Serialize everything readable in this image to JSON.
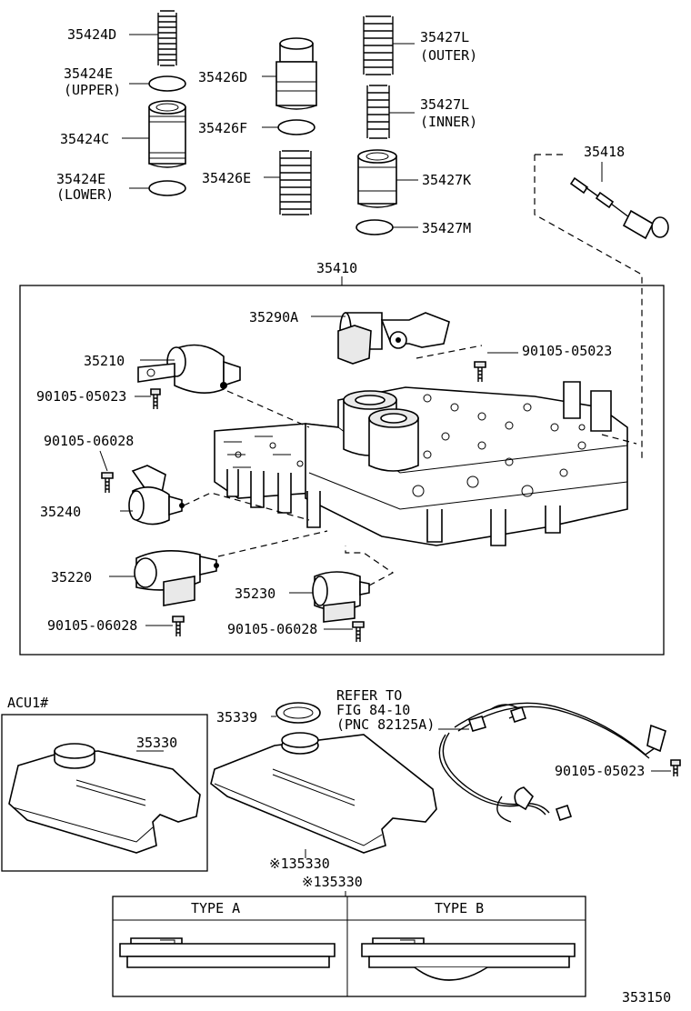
{
  "diagram": {
    "labels": {
      "p35424D": "35424D",
      "p35424E_upper": "35424E",
      "p35424E_upper_sub": "(UPPER)",
      "p35424C": "35424C",
      "p35424E_lower": "35424E",
      "p35424E_lower_sub": "(LOWER)",
      "p35426D": "35426D",
      "p35426F": "35426F",
      "p35426E": "35426E",
      "p35427L_outer": "35427L",
      "p35427L_outer_sub": "(OUTER)",
      "p35427L_inner": "35427L",
      "p35427L_inner_sub": "(INNER)",
      "p35427K": "35427K",
      "p35427M": "35427M",
      "p35418": "35418",
      "p35410": "35410",
      "p35290A": "35290A",
      "p35210": "35210",
      "bolt_05023_a": "90105-05023",
      "bolt_05023_b": "90105-05023",
      "bolt_06028_a": "90105-06028",
      "p35240": "35240",
      "p35220": "35220",
      "bolt_06028_b": "90105-06028",
      "p35230": "35230",
      "bolt_06028_c": "90105-06028",
      "acu": "ACU1#",
      "p35330": "35330",
      "p35339": "35339",
      "refer1": "REFER TO",
      "refer2": "FIG 84-10",
      "refer3": "(PNC 82125A)",
      "bolt_05023_c": "90105-05023",
      "p135330_a": "※135330",
      "p135330_b": "※135330",
      "type_a": "TYPE  A",
      "type_b": "TYPE  B",
      "figure_number": "353150"
    }
  }
}
